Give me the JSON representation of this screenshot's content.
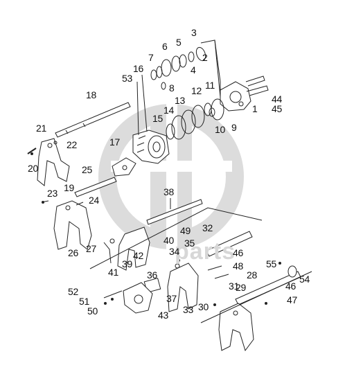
{
  "watermark": {
    "text": "parts",
    "color": "#d9d9d9"
  },
  "callouts": [
    "1",
    "2",
    "3",
    "4",
    "5",
    "6",
    "7",
    "8",
    "9",
    "10",
    "11",
    "12",
    "13",
    "14",
    "15",
    "16",
    "17",
    "18",
    "19",
    "20",
    "21",
    "22",
    "23",
    "24",
    "25",
    "26",
    "27",
    "28",
    "29",
    "30",
    "31",
    "32",
    "33",
    "34",
    "35",
    "36",
    "37",
    "38",
    "39",
    "40",
    "41",
    "42",
    "43",
    "44",
    "45",
    "46",
    "46",
    "47",
    "48",
    "49",
    "50",
    "51",
    "52",
    "53",
    "54",
    "55"
  ]
}
